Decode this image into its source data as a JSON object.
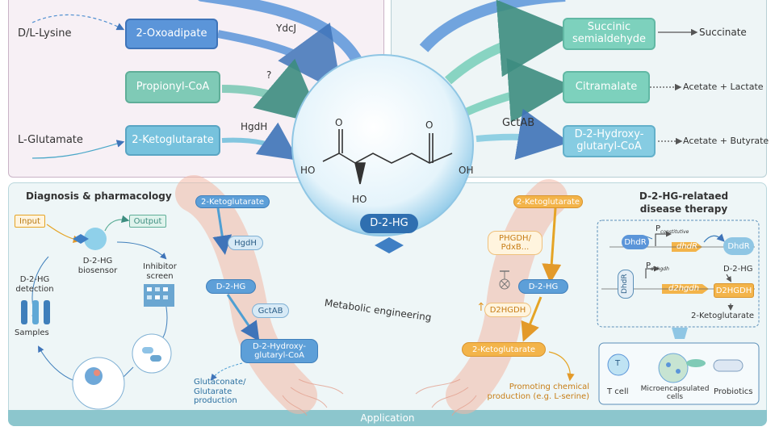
{
  "top_left": {
    "substrates": [
      "D/L-Lysine",
      "L-Glutamate"
    ],
    "nodes": [
      "2-Oxoadipate",
      "Propionyl-CoA",
      "2-Ketoglutarate"
    ],
    "enzymes": [
      "YdcJ",
      "?",
      "HgdH"
    ]
  },
  "center": {
    "molecule_labels": [
      "O",
      "O",
      "HO",
      "OH",
      "HO"
    ],
    "name": "D-2-HG"
  },
  "top_right": {
    "enzyme": "GctAB",
    "nodes": [
      "Succinic semialdehyde",
      "Citramalate",
      "D-2-Hydroxy-glutaryl-CoA"
    ],
    "products": [
      "Succinate",
      "Acetate + Lactate",
      "Acetate + Butyrate"
    ]
  },
  "diagnosis": {
    "title": "Diagnosis & pharmacology",
    "input": "Input",
    "output": "Output",
    "biosensor": "D-2-HG biosensor",
    "detection": "D-2-HG detection",
    "inhibitor": "Inhibitor screen",
    "samples": "Samples"
  },
  "metabolic": {
    "title": "Metabolic engineering",
    "left": {
      "nodes": [
        "2-Ketoglutarate",
        "HgdH",
        "D-2-HG",
        "GctAB",
        "D-2-Hydroxy-glutaryl-CoA"
      ],
      "product": "Glutaconate/ Glutarate production"
    },
    "right": {
      "nodes": [
        "2-Ketoglutarate",
        "PHGDH/ PdxB...",
        "D-2-HG",
        "D2HGDH",
        "2-Ketoglutarate"
      ],
      "up_arrow": "↑",
      "product": "Promoting chemical production (e.g. L-serine)"
    }
  },
  "therapy": {
    "title": "D-2-HG-relataed disease therapy",
    "dhdr": "DhdR",
    "p_constitutive": "P",
    "p_constitutive_sub": "constitutive",
    "p_d2hgdh": "P",
    "p_d2hgdh_sub": "d2hgdh",
    "gene_dhdr": "dhdR",
    "gene_d2hgdh": "d2hgdh",
    "d2hgdh_box": "D2HGDH",
    "d2hg": "D-2-HG",
    "kg": "2-Ketoglutarate",
    "tcell_mark": "T",
    "tcell": "T cell",
    "micro": "Microencapsulated cells",
    "probiotics": "Probiotics"
  },
  "footer": "Application"
}
